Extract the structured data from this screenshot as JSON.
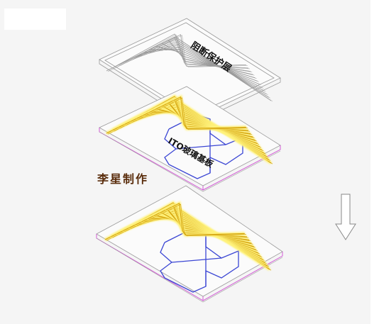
{
  "labels": {
    "protection_layer": "阻断保护层",
    "ito_substrate": "ITO玻璃基板",
    "author": "李星制作"
  },
  "colors": {
    "background": "#f5f5f5",
    "outline": "#9a9a9a",
    "trace_gold": "#d4a20a",
    "trace_highlight": "#fff27a",
    "ito_blue": "#3b46d4",
    "substrate_edge": "#d35ad6",
    "author_text": "#5a2d0c"
  },
  "icons": {
    "arrow": "down-arrow-icon"
  },
  "trace_count": 12
}
